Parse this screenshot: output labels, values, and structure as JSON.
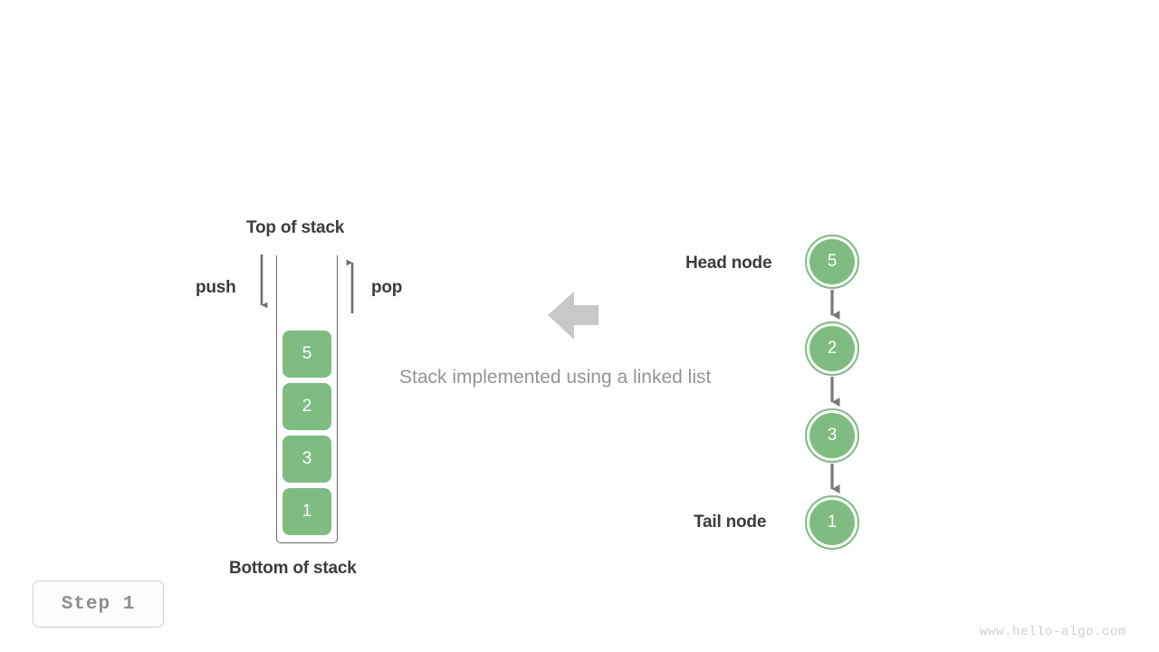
{
  "diagram": {
    "caption": "Stack implemented using a linked list",
    "colors": {
      "node_green": "#7fbc81",
      "text_dark": "#3c3c3c",
      "text_gray": "#949494",
      "arrow_gray": "#6e6e6e",
      "block_arrow_gray": "#c8c8c8",
      "container_stroke": "#6b6b6b",
      "badge_border": "#d2d2d2",
      "watermark": "#cfcfcf"
    }
  },
  "stack": {
    "top_label": "Top of stack",
    "bottom_label": "Bottom of stack",
    "push_label": "push",
    "pop_label": "pop",
    "cells": [
      {
        "value": "5"
      },
      {
        "value": "2"
      },
      {
        "value": "3"
      },
      {
        "value": "1"
      }
    ]
  },
  "linked_list": {
    "head_label": "Head node",
    "tail_label": "Tail node",
    "nodes": [
      {
        "value": "5"
      },
      {
        "value": "2"
      },
      {
        "value": "3"
      },
      {
        "value": "1"
      }
    ]
  },
  "footer": {
    "step_label": "Step 1",
    "watermark": "www.hello-algo.com"
  }
}
